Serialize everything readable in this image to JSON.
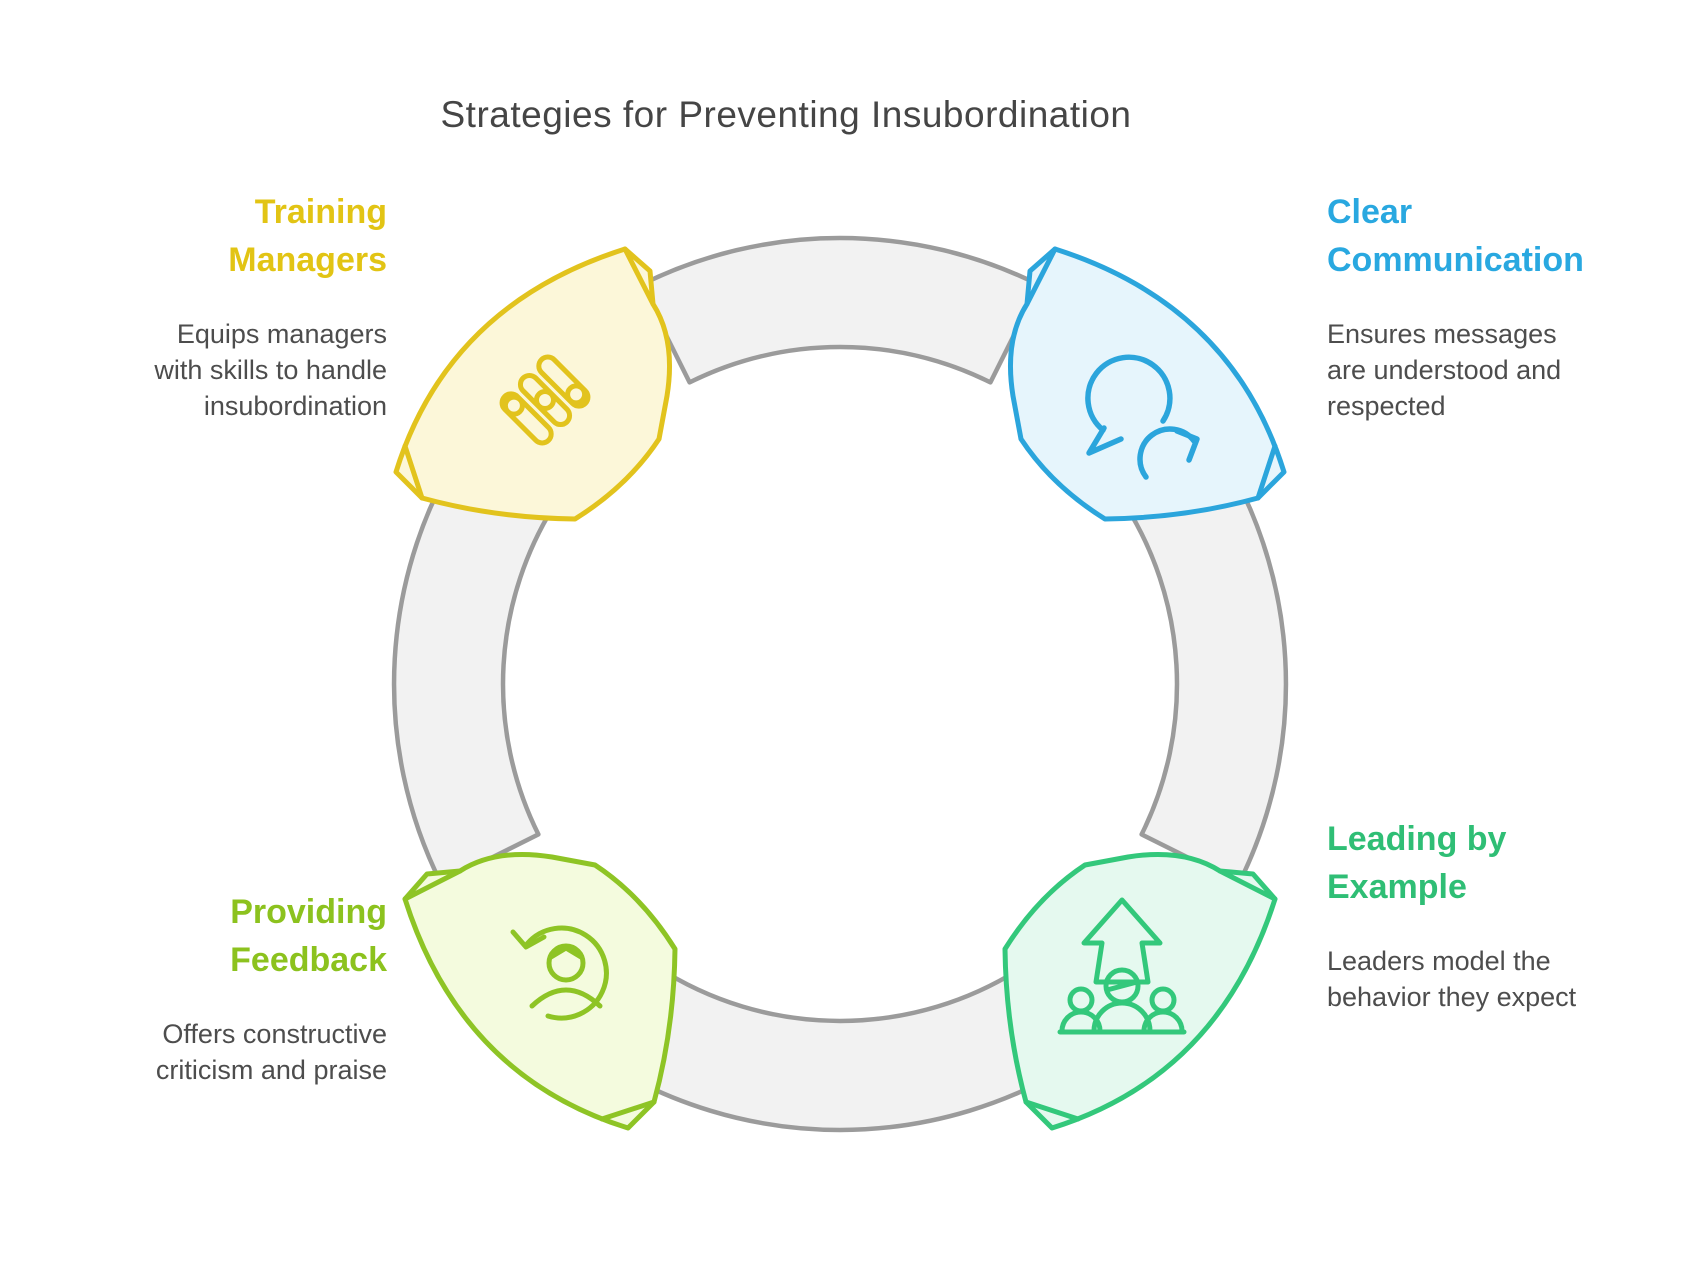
{
  "title": "Strategies for Preventing Insubordination",
  "colors": {
    "background": "#FFFFFF",
    "title_text": "#454545",
    "body_text": "#4D4D4D",
    "ring_fill": "#F2F2F2",
    "ring_stroke": "#9B9B9B"
  },
  "sections": [
    {
      "id": "training-managers",
      "position": "top-left",
      "heading_lines": [
        "Training",
        "Managers"
      ],
      "description_lines": [
        "Equips managers",
        "with skills to handle",
        "insubordination"
      ],
      "heading_color": "#E2C414",
      "stroke": "#E2C31D",
      "fill": "#FCF7D9",
      "icon": "sliders-icon"
    },
    {
      "id": "clear-communication",
      "position": "top-right",
      "heading_lines": [
        "Clear",
        "Communication"
      ],
      "description_lines": [
        "Ensures messages",
        "are understood and",
        "respected"
      ],
      "heading_color": "#29A8E0",
      "stroke": "#2BA5DC",
      "fill": "#E6F5FC",
      "icon": "speech-bubble-arrow-icon"
    },
    {
      "id": "providing-feedback",
      "position": "bottom-left",
      "heading_lines": [
        "Providing",
        "Feedback"
      ],
      "description_lines": [
        "Offers constructive",
        "criticism and praise"
      ],
      "heading_color": "#8CC21E",
      "stroke": "#8EC425",
      "fill": "#F4FBDE",
      "icon": "person-refresh-icon"
    },
    {
      "id": "leading-by-example",
      "position": "bottom-right",
      "heading_lines": [
        "Leading by",
        "Example"
      ],
      "description_lines": [
        "Leaders model the",
        "behavior they expect"
      ],
      "heading_color": "#2FBE75",
      "stroke": "#33C87B",
      "fill": "#E5F9EF",
      "icon": "team-growth-icon"
    }
  ]
}
